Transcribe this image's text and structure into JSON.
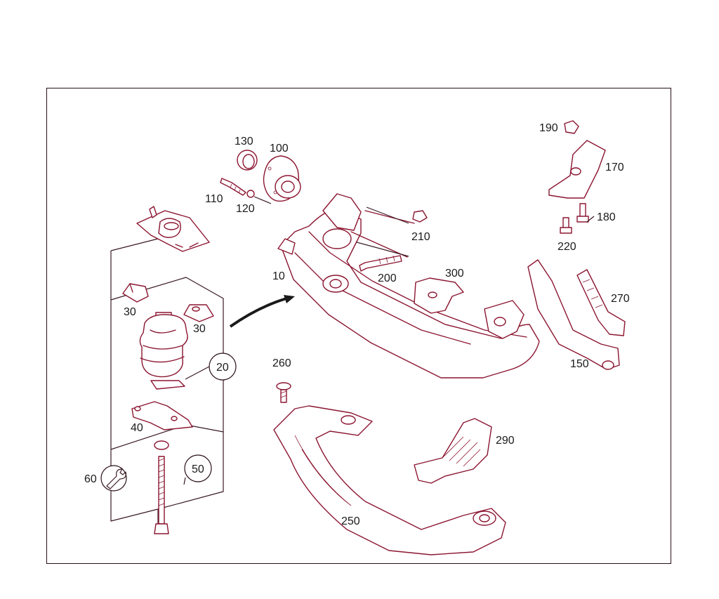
{
  "diagram": {
    "labels": {
      "p10": "10",
      "p20": "20",
      "p30a": "30",
      "p30b": "30",
      "p40": "40",
      "p50": "50",
      "p60": "60",
      "p100": "100",
      "p110": "110",
      "p120": "120",
      "p130": "130",
      "p150": "150",
      "p170": "170",
      "p180": "180",
      "p190": "190",
      "p200": "200",
      "p210": "210",
      "p220": "220",
      "p250": "250",
      "p260": "260",
      "p270": "270",
      "p290": "290",
      "p300": "300"
    },
    "colors": {
      "line": "#8b1530",
      "frame": "#2a1018",
      "text": "#1a1a1a"
    }
  }
}
